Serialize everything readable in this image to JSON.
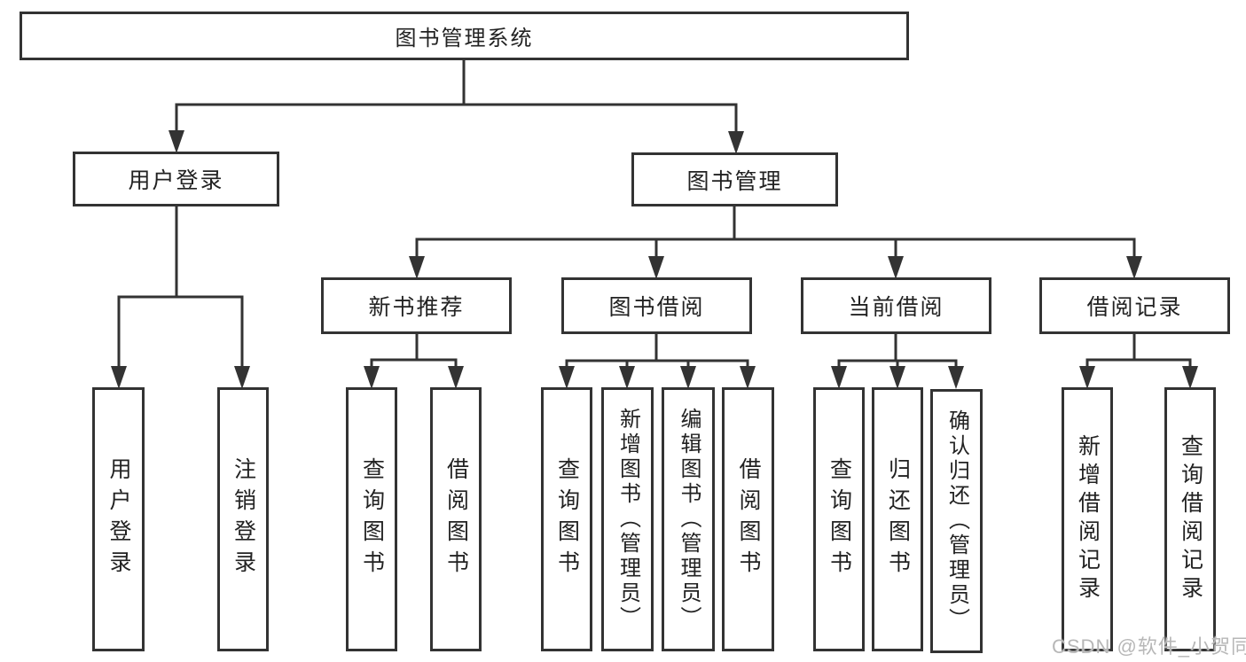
{
  "diagram": {
    "title": "图书管理系统",
    "level2": {
      "user_login": "用户登录",
      "book_mgmt": "图书管理"
    },
    "level3": {
      "new_books": "新书推荐",
      "book_borrow": "图书借阅",
      "current_borrow": "当前借阅",
      "borrow_records": "借阅记录"
    },
    "leaves": {
      "user_login": [
        "用户登录",
        "注销登录"
      ],
      "new_books": [
        "查询图书",
        "借阅图书"
      ],
      "book_borrow": [
        "查询图书",
        "新增图书（管理员）",
        "编辑图书（管理员）",
        "借阅图书"
      ],
      "current_borrow": [
        "查询图书",
        "归还图书",
        "确认归还（管理员）"
      ],
      "borrow_records": [
        "新增借阅记录",
        "查询借阅记录"
      ]
    }
  },
  "watermark": "CSDN @软件_小贺同学",
  "colors": {
    "line": "#333333",
    "text": "#222222",
    "watermark": "#b7b7b7",
    "background": "#ffffff"
  }
}
